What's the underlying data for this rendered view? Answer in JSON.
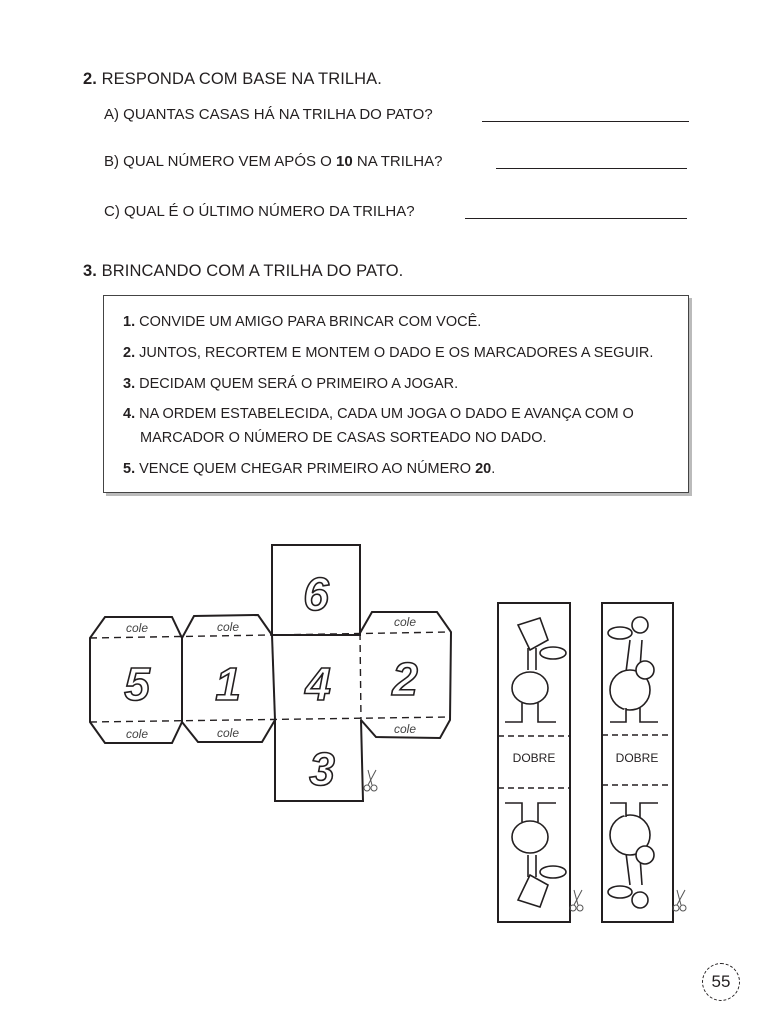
{
  "question2": {
    "number": "2.",
    "title": "RESPONDA COM BASE NA TRILHA.",
    "items": [
      {
        "label": "A) QUANTAS CASAS HÁ NA TRILHA DO PATO?"
      },
      {
        "pre": "B) QUAL NÚMERO VEM APÓS O ",
        "bold": "10",
        "post": " NA TRILHA?"
      },
      {
        "label": "C) QUAL É O ÚLTIMO NÚMERO DA TRILHA?"
      }
    ]
  },
  "question3": {
    "number": "3.",
    "title": "BRINCANDO COM A TRILHA DO PATO.",
    "rules": [
      {
        "n": "1.",
        "text": "CONVIDE UM AMIGO PARA BRINCAR COM VOCÊ."
      },
      {
        "n": "2.",
        "text": "JUNTOS, RECORTEM E MONTEM O DADO E OS MARCADORES A SEGUIR."
      },
      {
        "n": "3.",
        "text": "DECIDAM QUEM SERÁ O PRIMEIRO A JOGAR."
      },
      {
        "n": "4.",
        "text": "NA ORDEM ESTABELECIDA, CADA UM JOGA O DADO E AVANÇA COM O",
        "text2": "MARCADOR O NÚMERO DE CASAS SORTEADO NO DADO."
      },
      {
        "n": "5.",
        "text": "VENCE QUEM CHEGAR PRIMEIRO AO NÚMERO ",
        "bold": "20",
        "post": "."
      }
    ]
  },
  "die": {
    "faces": [
      "6",
      "5",
      "1",
      "4",
      "2",
      "3"
    ],
    "tab_label": "cole"
  },
  "markers": {
    "fold_label": "DOBRE"
  },
  "page_number": "55"
}
